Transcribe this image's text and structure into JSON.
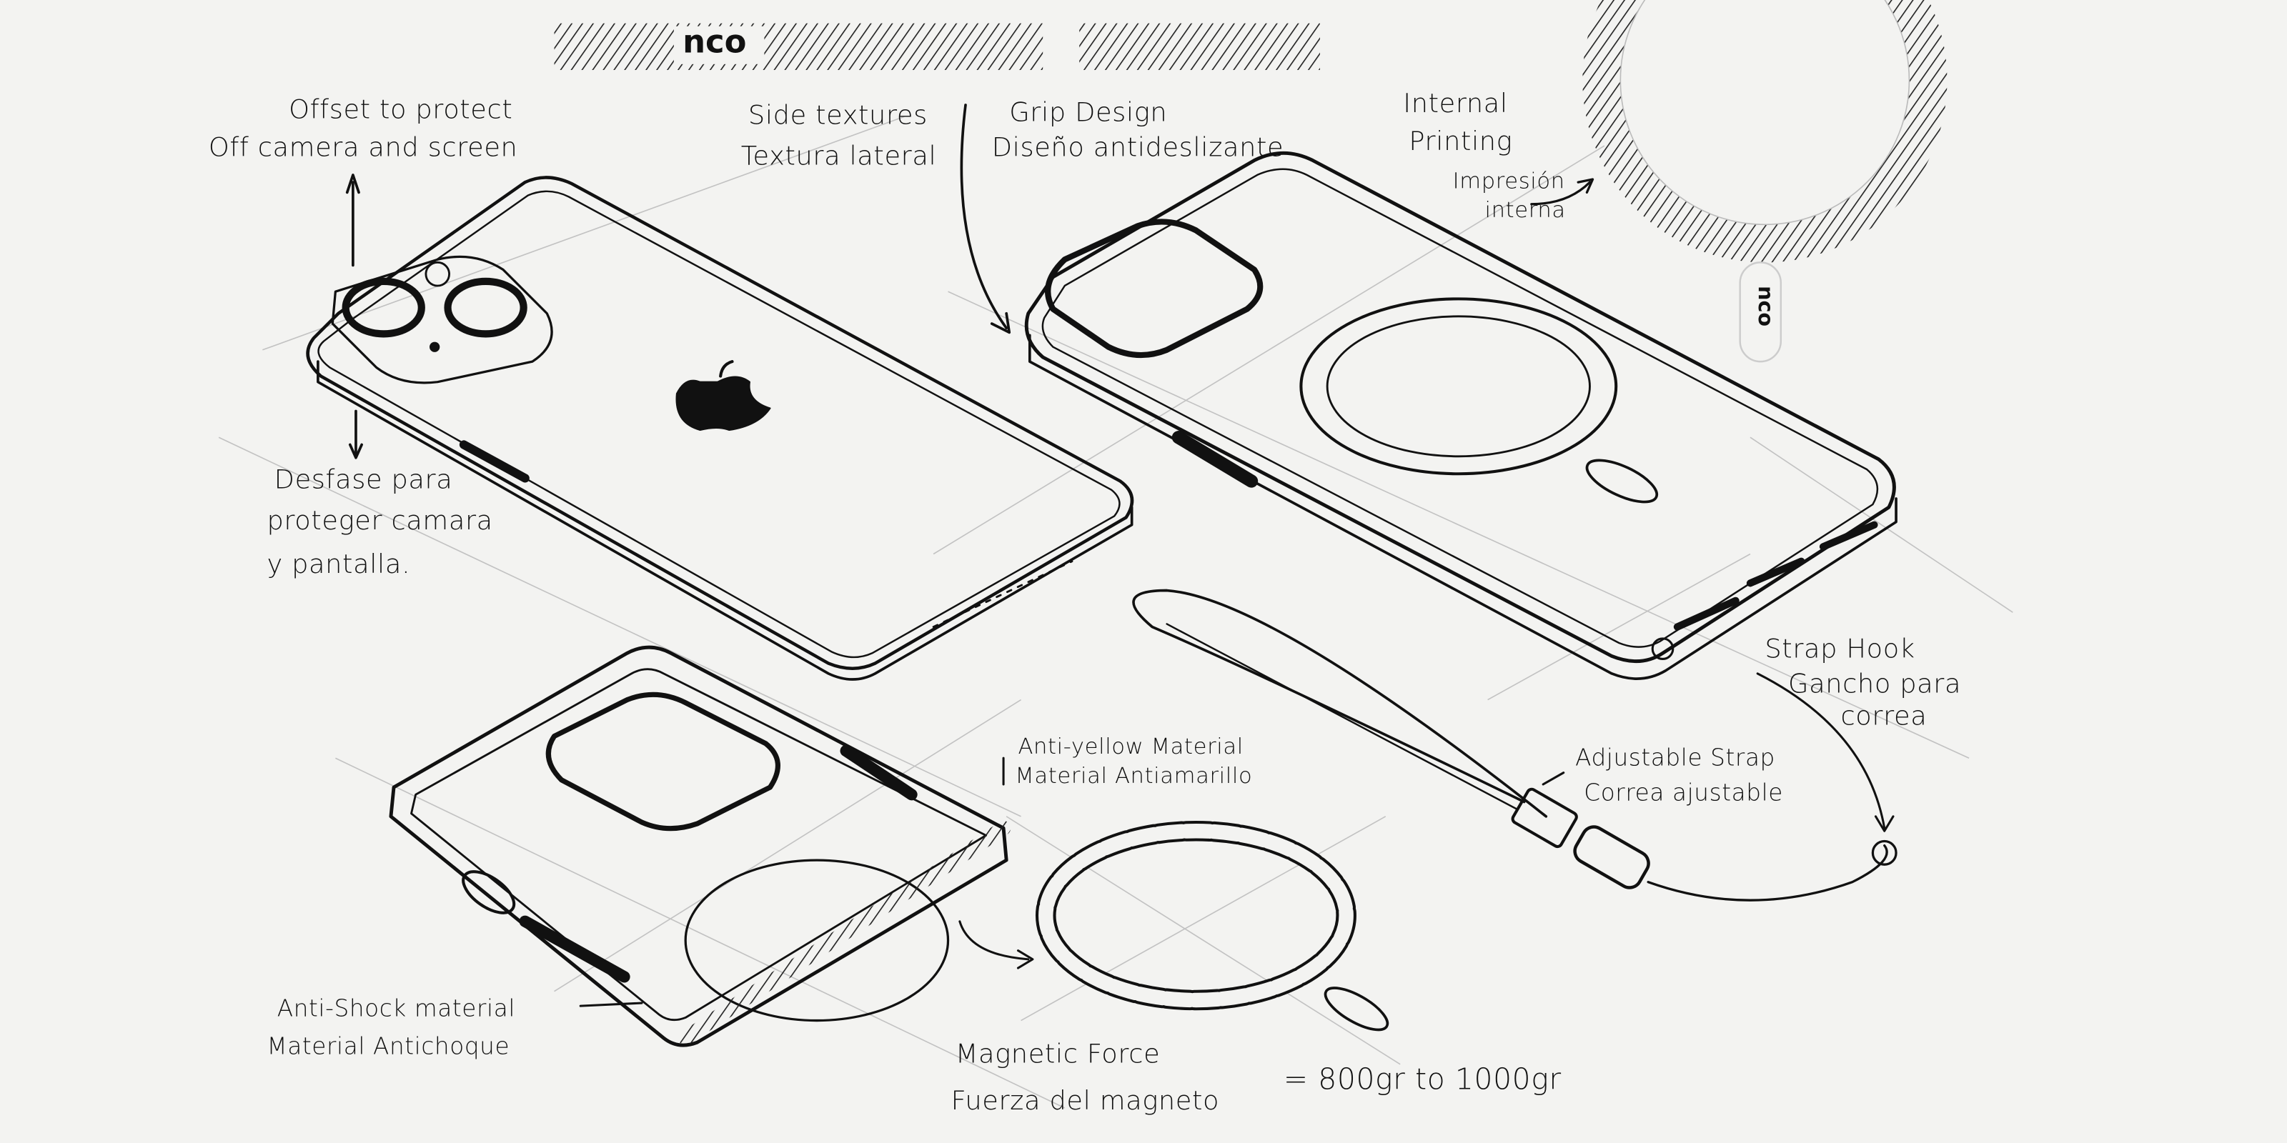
{
  "branding": {
    "banner_logo": "nco",
    "tag_logo": "nco"
  },
  "annotations": {
    "offset_en": "Offset to protect",
    "offset_en_2": "Off camera and screen",
    "offset_es": "Desfase para",
    "offset_es_2": "proteger camara",
    "offset_es_3": "y pantalla.",
    "side_en": "Side textures",
    "side_es": "Textura lateral",
    "grip_en": "Grip Design",
    "grip_es": "Diseño antideslizante",
    "internal_en": "Internal",
    "internal_en_2": "Printing",
    "internal_es": "Impresión",
    "internal_es_2": "interna",
    "strap_hook_en": "Strap Hook",
    "strap_hook_es": "Gancho para",
    "strap_hook_es_2": "correa",
    "adjustable_en": "Adjustable Strap",
    "adjustable_es": "Correa ajustable",
    "antiyellow_en": "Anti-yellow Material",
    "antiyellow_es": "Material Antiamarillo",
    "antishock_en": "Anti-Shock material",
    "antishock_es": "Material Antichoque",
    "magnetic_en": "Magnetic Force",
    "magnetic_es": "Fuerza del magneto",
    "magnetic_value": "= 800gr to 1000gr"
  },
  "colors": {
    "ink": "#111111",
    "paper": "#f3f3f1",
    "guide": "#b8b8b8"
  }
}
